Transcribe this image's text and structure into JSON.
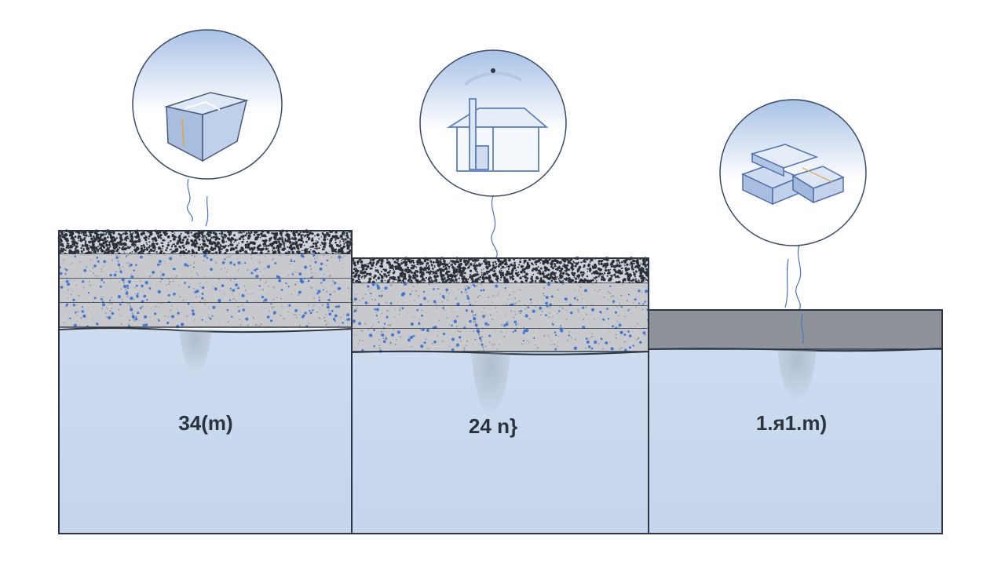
{
  "colors": {
    "water": "#c4d5ec",
    "water_top": "#cddcf0",
    "gravel_base": "#cfd2d6",
    "gravel_dots": "#2a2f38",
    "layer_fill": "#c7c9cc",
    "layer_specks": "#2f6bd6",
    "solid_layer": "#8d9399",
    "outline": "#2d3645",
    "bubble_top": "#a8c2e6",
    "bubble_bottom": "#ffffff",
    "bubble_stroke": "#3a4a66",
    "icon_stroke": "#5b7fc6",
    "seep": "#b4bcc6"
  },
  "columns": [
    {
      "label": "34(m)",
      "icon": "ice-cube-icon",
      "stack": [
        "gravel",
        "layer",
        "layer",
        "layer"
      ]
    },
    {
      "label": "24 n}",
      "icon": "house-icon",
      "stack": [
        "gravel",
        "layer",
        "layer",
        "layer"
      ]
    },
    {
      "label": "1.ᴙ1.m)",
      "icon": "stacked-panels-icon",
      "stack": [
        "solid"
      ]
    }
  ]
}
